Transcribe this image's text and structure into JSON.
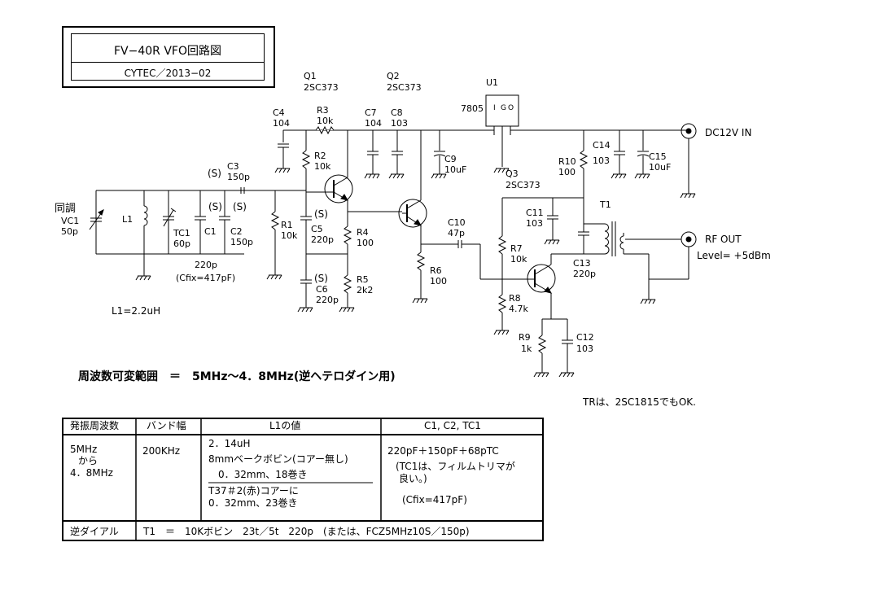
{
  "title": {
    "main": "FV−40R  VFO回路図",
    "sub": "CYTEC／2013−02"
  },
  "labels": {
    "q1": "Q1",
    "q1_part": "2SC373",
    "q2": "Q2",
    "q2_part": "2SC373",
    "q3": "Q3",
    "q3_part": "2SC373",
    "u1": "U1",
    "reg": "7805",
    "u1_pins": [
      "I",
      "G",
      "O"
    ],
    "c4": "C4",
    "c4v": "104",
    "r3": "R3",
    "r3v": "10k",
    "c7": "C7",
    "c7v": "104",
    "c8": "C8",
    "c8v": "103",
    "c9": "C9",
    "c9v": "10uF",
    "r2": "R2",
    "r2v": "10k",
    "c3": "C3",
    "c3v": "150p",
    "s": "(S)",
    "tune_label": "同調",
    "vc1": "VC1",
    "vc1v": "50p",
    "l1": "L1",
    "tc1": "TC1",
    "tc1v": "60p",
    "c1": "C1",
    "c2": "C2",
    "c2v": "150p",
    "c220": "220p",
    "cfix": "(Cfix=417pF)",
    "r1": "R1",
    "r1v": "10k",
    "c5": "C5",
    "c5v": "220p",
    "r4": "R4",
    "r4v": "100",
    "r5": "R5",
    "r5v": "2k2",
    "c6": "C6",
    "c6v": "220p",
    "c10": "C10",
    "c10v": "47p",
    "r6": "R6",
    "r6v": "100",
    "r10": "R10",
    "r10v": "100",
    "c14": "C14",
    "c14v": "103",
    "c15": "C15",
    "c15v": "10uF",
    "dc_in": "DC12V IN",
    "c11": "C11",
    "c11v": "103",
    "t1": "T1",
    "rf_out": "RF OUT",
    "level": "Level= +5dBm",
    "r7": "R7",
    "r7v": "10k",
    "c13": "C13",
    "c13v": "220p",
    "r8": "R8",
    "r8v": "4.7k",
    "r9": "R9",
    "r9v": "1k",
    "c12": "C12",
    "c12v": "103",
    "l1_value": "L1=2.2uH"
  },
  "freq_range": "周波数可変範囲　＝　5MHz〜4．8MHz(逆ヘテロダイン用)",
  "tr_note": "TRは、2SC1815でもOK.",
  "table": {
    "headers": [
      "発振周波数",
      "バンド幅",
      "L1の値",
      "C1, C2, TC1"
    ],
    "freq": [
      "5MHz",
      "から",
      "4．8MHz"
    ],
    "bandwidth": "200KHz",
    "l1_lines": [
      "2．14uH",
      "8mmベークボビン(コアー無し)",
      "0．32mm、18巻き",
      "T37＃2(赤)コアーに",
      "0．32mm、23巻き"
    ],
    "c_lines": [
      "220pF＋150pF＋68pTC",
      "(TC1は、フィルムトリマが",
      "良い。)",
      "(Cfix=417pF)"
    ],
    "dial_label": "逆ダイアル",
    "t1_spec": "T1　＝　10Kボビン　23t／5t　220p　(または、FCZ5MHz10S／150p)"
  }
}
